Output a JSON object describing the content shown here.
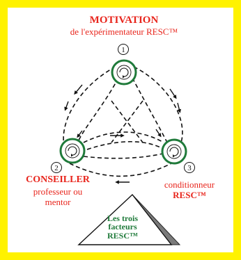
{
  "motivation": {
    "title": "MOTIVATION",
    "subtitle": "de l'expérimentateur RESC™",
    "number": "1"
  },
  "conseiller": {
    "title": "CONSEILLER",
    "line1": "professeur ou",
    "line2": "mentor",
    "number": "2"
  },
  "conditionneur": {
    "line1": "conditionneur",
    "line2": "RESC™",
    "number": "3"
  },
  "pyramid": {
    "line1": "Les trois",
    "line2": "facteurs",
    "line3": "RESC™"
  },
  "colors": {
    "frame": "#fff200",
    "accent_red": "#e8251c",
    "node_green": "#1f7a3a",
    "pyramid_green": "#1f7a3a",
    "dashes": "#111111"
  },
  "icons": [
    "circular-arrow-icon",
    "direction-arrow-icon"
  ]
}
